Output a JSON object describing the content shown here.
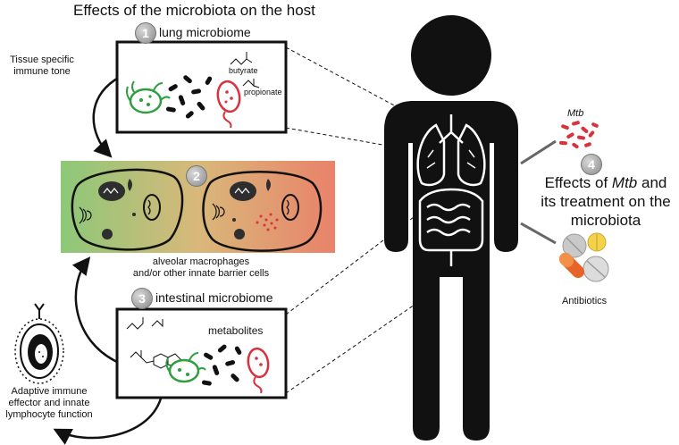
{
  "title": "Effects of the microbiota on the host",
  "section1": {
    "number": "1",
    "label": "lung microbiome",
    "butyrate": "butyrate",
    "propionate": "propionate"
  },
  "tissue_tone": {
    "line1": "Tissue specific",
    "line2": "immune tone"
  },
  "section2": {
    "number": "2",
    "caption_line1": "alveolar macrophages",
    "caption_line2": "and/or other innate barrier cells"
  },
  "section3": {
    "number": "3",
    "label": "intestinal microbiome",
    "metabolites": "metabolites"
  },
  "adaptive": {
    "line1": "Adaptive immune",
    "line2": "effector and innate",
    "line3": "lymphocyte function"
  },
  "section4": {
    "number": "4",
    "line1_prefix": "Effects of ",
    "line1_italic": "Mtb",
    "line1_suffix": " and",
    "line2": "its treatment on the",
    "line3": "microbiota"
  },
  "mtb_label": "Mtb",
  "antibiotics_label": "Antibiotics",
  "colors": {
    "gradient_left": "#8cc878",
    "gradient_right": "#e9826a",
    "green_bacterium": "#2e9e3e",
    "red_bacterium": "#d8323c",
    "mtb_red": "#d8323c"
  }
}
